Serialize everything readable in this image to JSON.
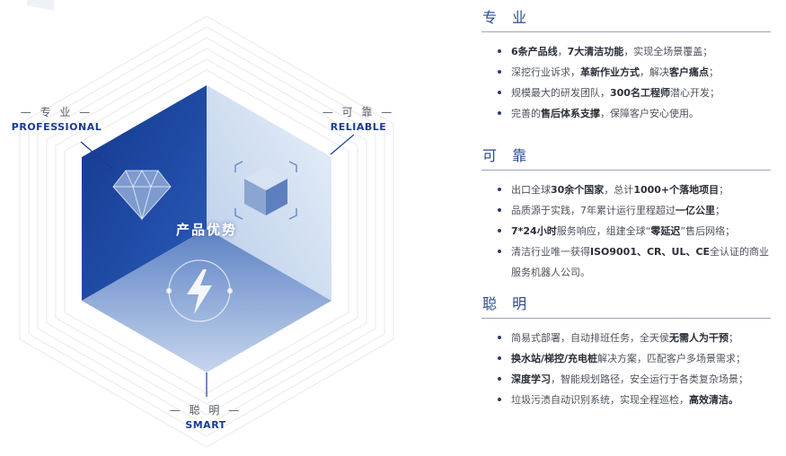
{
  "center_title": "产品优势",
  "labels": {
    "professional": {
      "cn": "— 专 业 —",
      "en": "PROFESSIONAL"
    },
    "reliable": {
      "cn": "— 可 靠 —",
      "en": "RELIABLE"
    },
    "smart": {
      "cn": "— 聪 明 —",
      "en": "SMART"
    }
  },
  "sections": [
    {
      "title": "专 业",
      "items": [
        [
          {
            "t": "6条产品线",
            "b": true
          },
          {
            "t": "，",
            "b": false
          },
          {
            "t": "7大清洁功能",
            "b": true
          },
          {
            "t": "，实现全场景覆盖；",
            "b": false
          }
        ],
        [
          {
            "t": "深挖行业诉求，",
            "b": false
          },
          {
            "t": "革新作业方式",
            "b": true
          },
          {
            "t": "，解决",
            "b": false
          },
          {
            "t": "客户痛点",
            "b": true
          },
          {
            "t": "；",
            "b": false
          }
        ],
        [
          {
            "t": "规模最大的研发团队，",
            "b": false
          },
          {
            "t": "300名工程师",
            "b": true
          },
          {
            "t": "潜心开发；",
            "b": false
          }
        ],
        [
          {
            "t": "完善的",
            "b": false
          },
          {
            "t": "售后体系支撑",
            "b": true
          },
          {
            "t": "，保障客户安心使用。",
            "b": false
          }
        ]
      ]
    },
    {
      "title": "可 靠",
      "items": [
        [
          {
            "t": "出口全球",
            "b": false
          },
          {
            "t": "30余个国家",
            "b": true
          },
          {
            "t": "，总计",
            "b": false
          },
          {
            "t": "1000+个落地项目",
            "b": true
          },
          {
            "t": "；",
            "b": false
          }
        ],
        [
          {
            "t": "品质源于实践，7年累计运行里程超过",
            "b": false
          },
          {
            "t": "一亿公里",
            "b": true
          },
          {
            "t": "；",
            "b": false
          }
        ],
        [
          {
            "t": "7*24小时",
            "b": true
          },
          {
            "t": "服务响应，组建全球“",
            "b": false
          },
          {
            "t": "零延迟",
            "b": true
          },
          {
            "t": "”售后网络；",
            "b": false
          }
        ],
        [
          {
            "t": "清洁行业唯一获得",
            "b": false
          },
          {
            "t": "ISO9001、CR、UL、CE",
            "b": true
          },
          {
            "t": "全认证的商业服务机器人公司。",
            "b": false
          }
        ]
      ]
    },
    {
      "title": "聪 明",
      "items": [
        [
          {
            "t": "简易式部署，自动排班任务，全天侯",
            "b": false
          },
          {
            "t": "无需人为干预",
            "b": true
          },
          {
            "t": "；",
            "b": false
          }
        ],
        [
          {
            "t": "换水站/梯控/充电桩",
            "b": true
          },
          {
            "t": "解决方案，匹配客户多场景需求；",
            "b": false
          }
        ],
        [
          {
            "t": "深度学习",
            "b": true
          },
          {
            "t": "，智能规划路径，安全运行于各类复杂场景；",
            "b": false
          }
        ],
        [
          {
            "t": "垃圾污渍自动识别系统，实现全程巡检，",
            "b": false
          },
          {
            "t": "高效清洁。",
            "b": true
          }
        ]
      ]
    }
  ],
  "colors": {
    "brand_blue": "#1a3b93",
    "deep_blue": "#173e91",
    "light_blue": "#cfdcef"
  },
  "icons": [
    "diamond-icon",
    "cube-icon",
    "lightning-icon"
  ]
}
